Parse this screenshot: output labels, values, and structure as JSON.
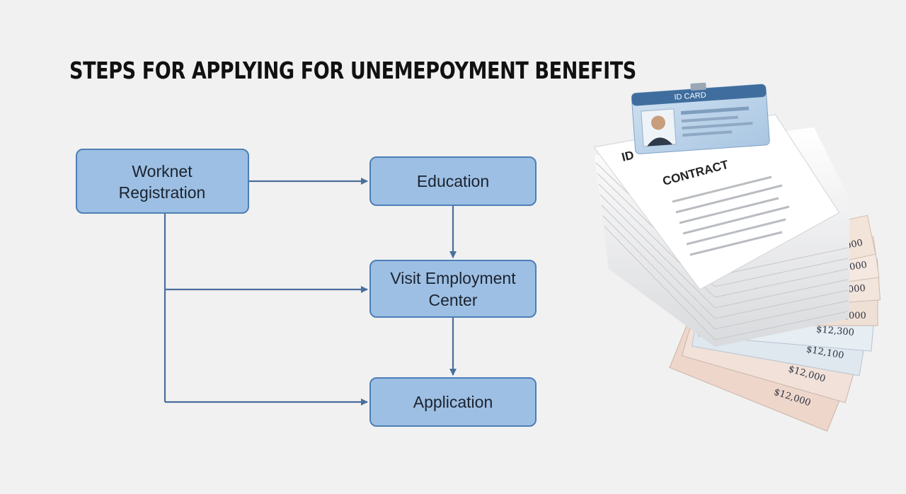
{
  "title": "STEPS FOR APPLYING FOR UNEMEPOYMENT BENEFITS",
  "steps": {
    "worknet": {
      "line1": "Worknet",
      "line2": "Registration"
    },
    "education": {
      "label": "Education"
    },
    "visit": {
      "line1": "Visit Employment",
      "line2": "Center"
    },
    "application": {
      "label": "Application"
    }
  },
  "colors": {
    "box_fill": "#9dbfe3",
    "box_stroke": "#4d7fb6",
    "arrow": "#4a6f9c"
  },
  "illustration": {
    "id_card_header": "ID CARD",
    "id_fragment": "ID",
    "contract": "CONTRACT",
    "amounts": [
      "$8,000",
      "$8.000",
      "$8.000",
      "$25,000",
      "$12,300",
      "$12,100",
      "$12,000",
      "$12,000"
    ]
  }
}
